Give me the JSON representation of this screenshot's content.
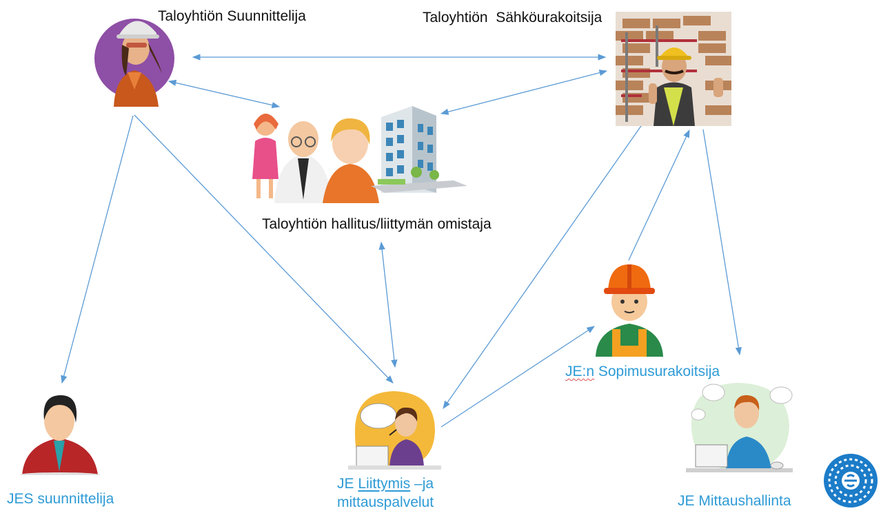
{
  "nodes": {
    "planner": {
      "label": "Taloyhtiön Suunnittelija"
    },
    "contractor": {
      "label": "Taloyhtiön  Sähköurakoitsija"
    },
    "board": {
      "label": "Taloyhtiön hallitus/liittymän omistaja"
    },
    "jes": {
      "label": "JES suunnittelija"
    },
    "connection": {
      "label_prefix": "JE ",
      "label_underlined": "Liittymis",
      "label_suffix": " –ja",
      "label_line2": "mittauspalvelut"
    },
    "subcontractor": {
      "label_underlined": "JE:n",
      "label_suffix": " Sopimusurakoitsija"
    },
    "metering": {
      "label": "JE Mittaushallinta"
    }
  },
  "colors": {
    "arrow": "#5b9bd5",
    "text_dark": "#111111",
    "text_blue": "#2e9bd6"
  },
  "icons": [
    "planner-avatar-icon",
    "contractor-photo-icon",
    "board-people-icon",
    "building-icon",
    "jes-avatar-icon",
    "customer-service-icon",
    "worker-helmet-icon",
    "thinking-man-icon",
    "company-logo-icon"
  ]
}
